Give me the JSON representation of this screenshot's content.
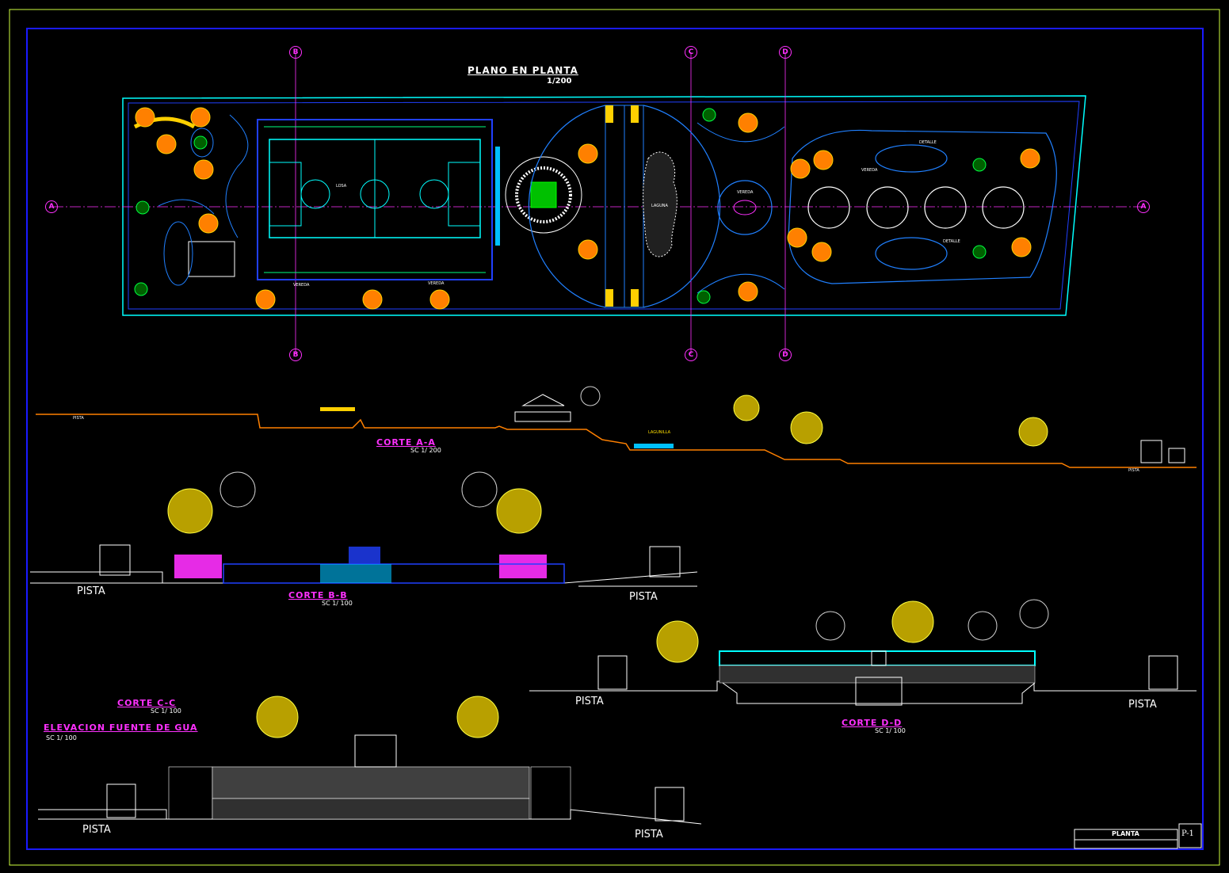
{
  "drawing": {
    "plan_title": "PLANO EN PLANTA",
    "plan_scale": "1/200",
    "sections": [
      {
        "id": "corte-a-a",
        "title": "CORTE A-A",
        "scale": "SC 1/ 200"
      },
      {
        "id": "corte-b-b",
        "title": "CORTE B-B",
        "scale": "SC 1/ 100"
      },
      {
        "id": "corte-c-c",
        "title": "CORTE C-C",
        "scale": "SC 1/ 100"
      },
      {
        "id": "corte-d-d",
        "title": "CORTE D-D",
        "scale": "SC 1/ 100"
      },
      {
        "id": "elevacion",
        "title": "ELEVACION FUENTE DE GUA",
        "scale": "SC 1/ 100"
      }
    ],
    "road_label": "PISTA",
    "axis_labels": {
      "a": "A",
      "b": "B",
      "c": "C",
      "d": "D"
    },
    "sheet": {
      "title": "PLANTA",
      "number": "P-1"
    },
    "plan_notes": {
      "losa": "LOSA",
      "vereda": "VEREDA",
      "laguna": "LAGUNA",
      "detalle": "DETALLE",
      "lagunilla": "LAGUNILLA"
    },
    "colors": {
      "frame": "#1a1aff",
      "axis": "#ff30ff",
      "court": "#00ffff",
      "paths": "#2080ff",
      "ground_section": "#ff8000",
      "trees": "#ffd000",
      "road": "#ffffff"
    }
  }
}
